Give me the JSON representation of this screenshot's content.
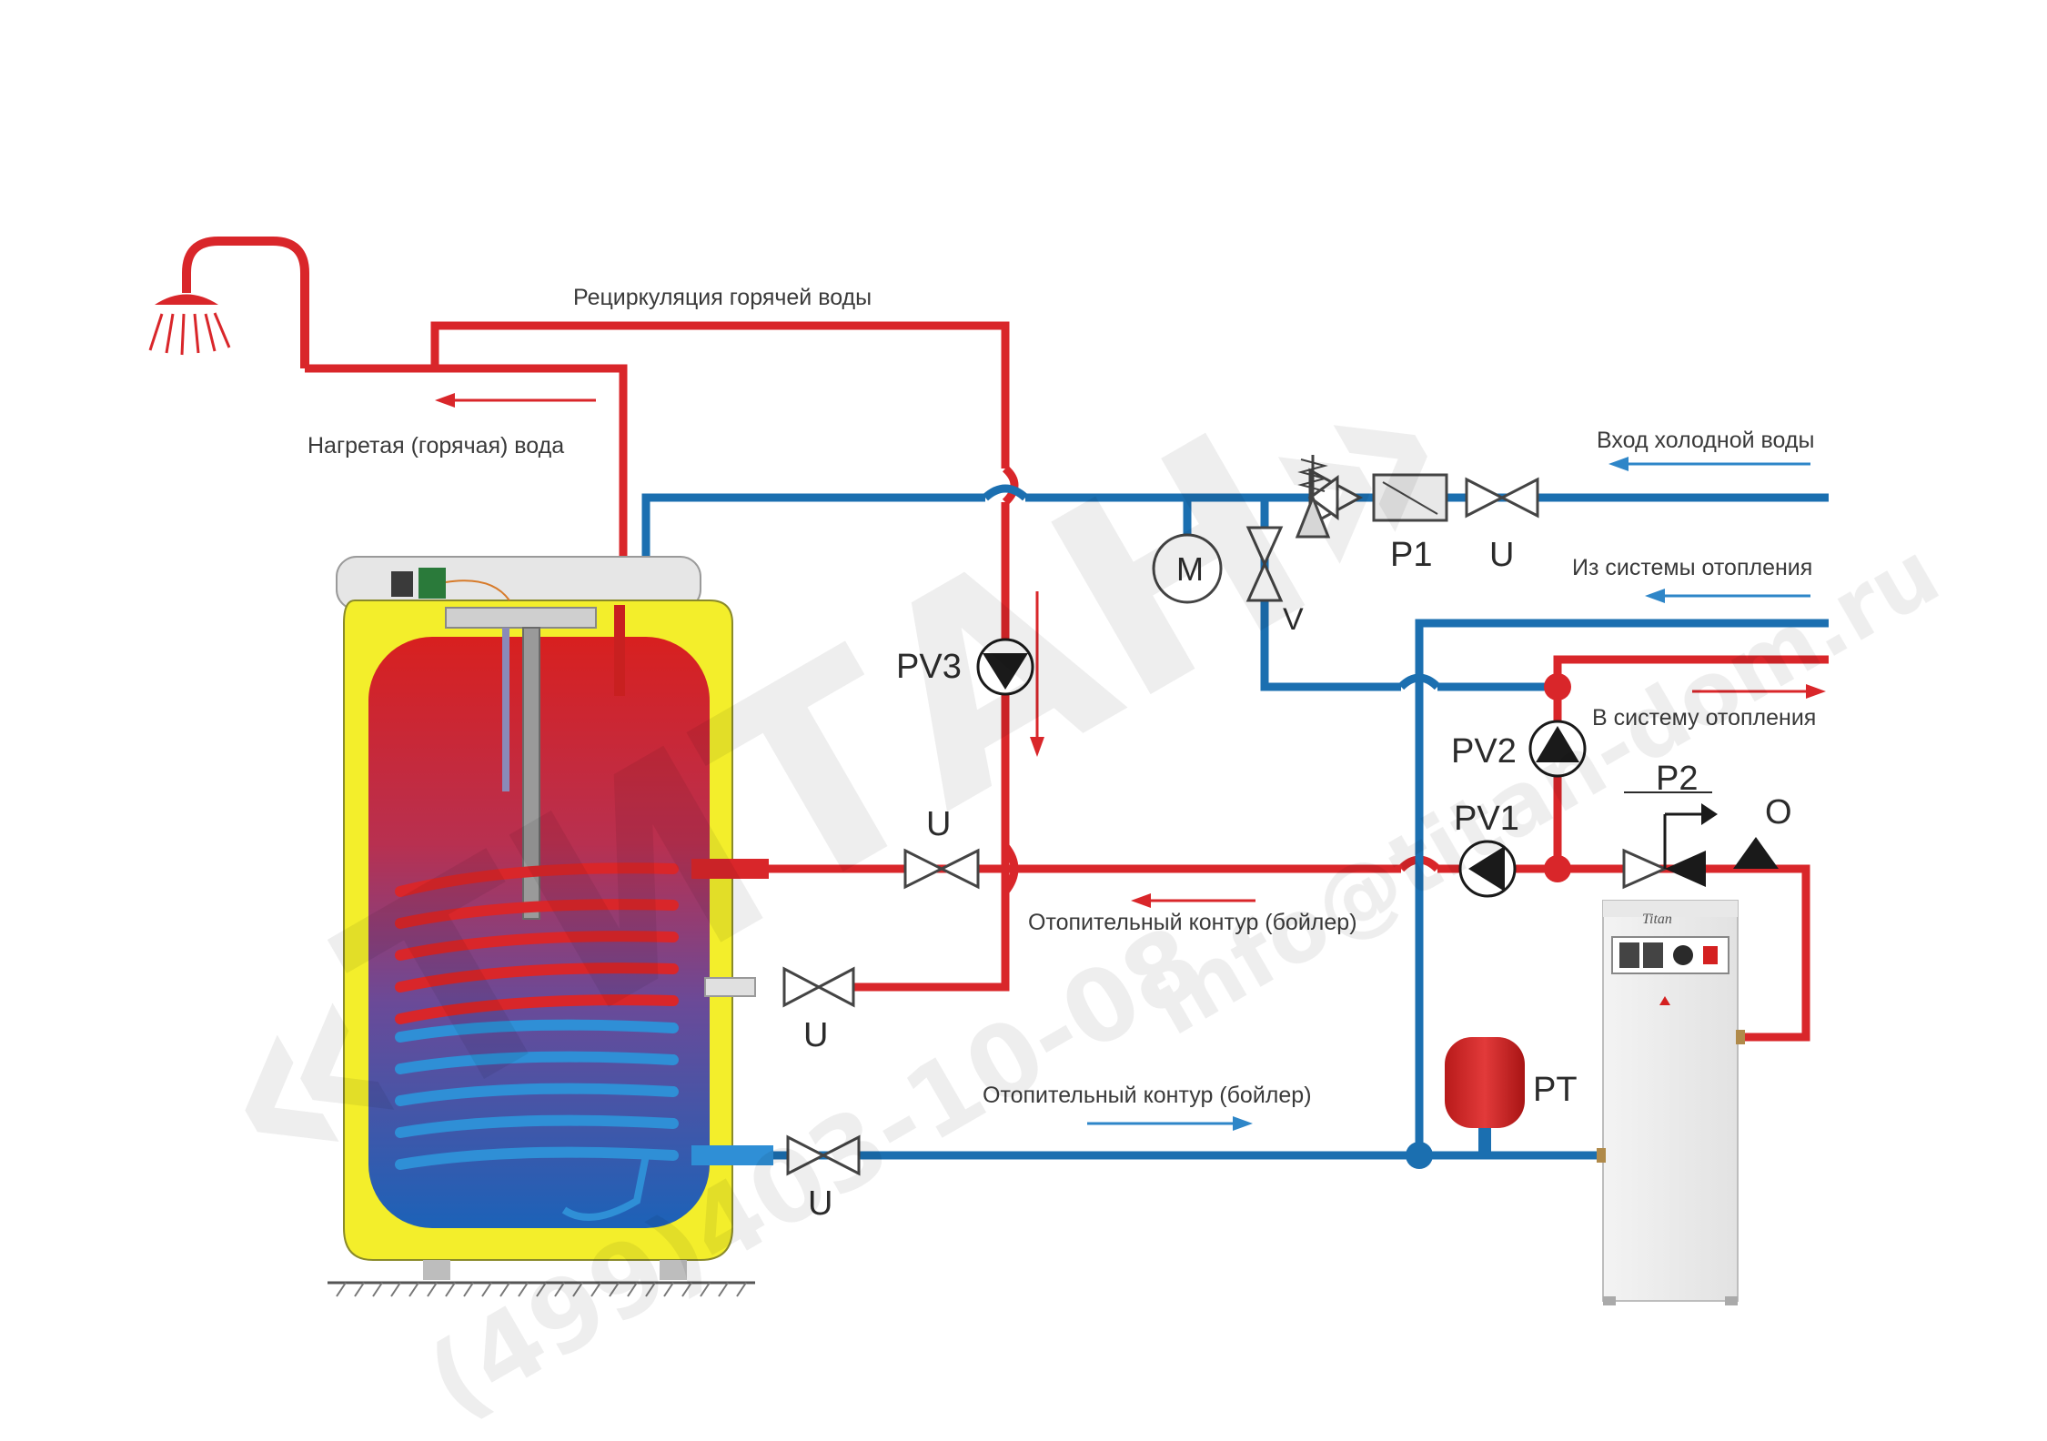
{
  "labels": {
    "recirculation": "Рециркуляция горячей воды",
    "hot_water": "Нагретая (горячая) вода",
    "cold_water_in": "Вход холодной воды",
    "from_heating": "Из системы отопления",
    "to_heating": "В систему отопления",
    "heating_loop_return": "Отопительный контур (бойлер)",
    "heating_loop_supply": "Отопительный контур (бойлер)"
  },
  "codes": {
    "m": "M",
    "p1": "P1",
    "u_inlet": "U",
    "v": "V",
    "pv3": "PV3",
    "pv2": "PV2",
    "pv1": "PV1",
    "p2": "P2",
    "o": "O",
    "pt": "PT",
    "u_coil_top": "U",
    "u_side": "U",
    "u_coil_bottom": "U"
  },
  "boiler_brand": "Titan",
  "watermark": {
    "brand": "«ТИТАН»",
    "phone": "(499)403-10-08",
    "email": "info@titan-dom.ru"
  },
  "colors": {
    "hot_pipe": "#d9262a",
    "cold_pipe": "#1b6fb0",
    "arrow_red": "#d9262a",
    "arrow_blue": "#2e86c8",
    "tank_shell": "#f3ee2b",
    "pump": "#1a1a1a"
  }
}
